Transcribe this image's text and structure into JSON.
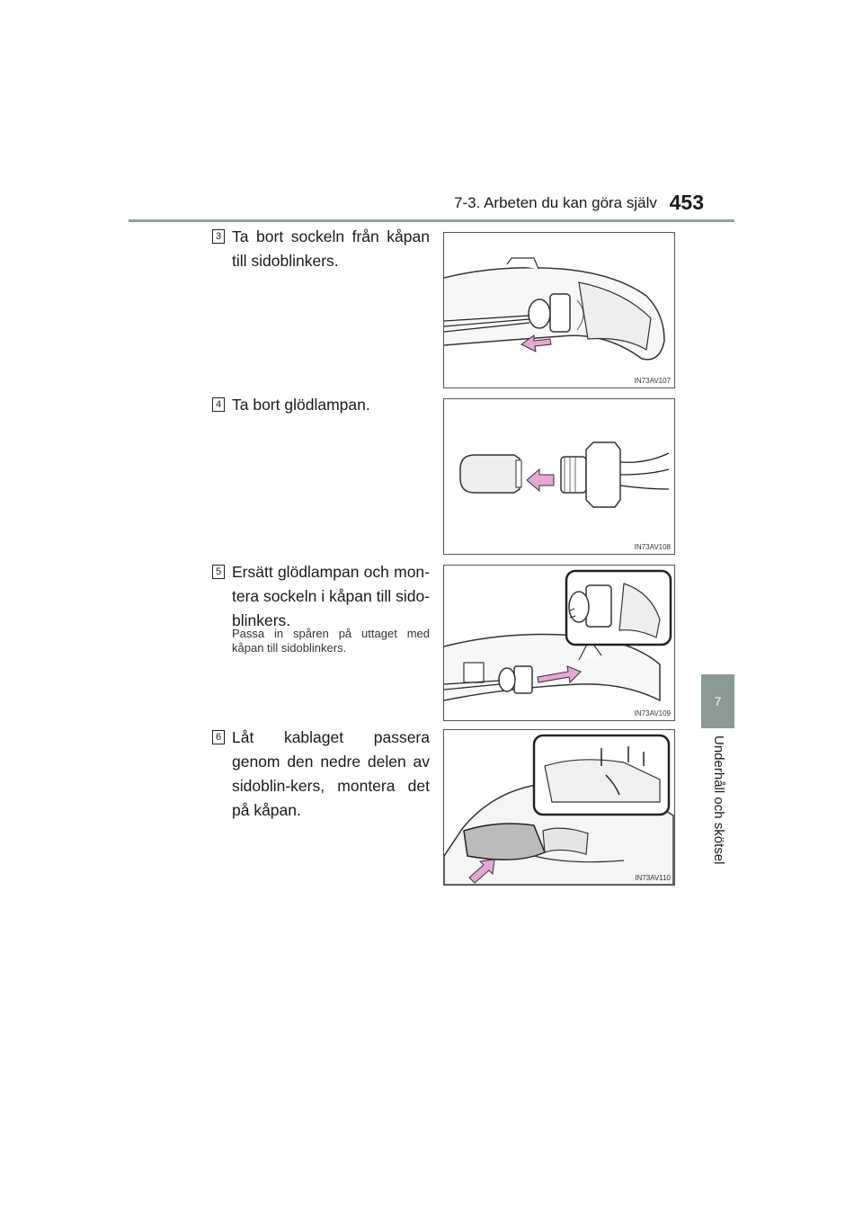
{
  "header": {
    "section_title": "7-3. Arbeten du kan göra själv",
    "page_number": "453"
  },
  "chapter": {
    "number": "7",
    "label": "Underhåll och skötsel"
  },
  "steps": [
    {
      "number": "3",
      "text": "Ta bort sockeln från kåpan till sidoblinkers.",
      "note": "",
      "figure_code": "IN73AV107"
    },
    {
      "number": "4",
      "text": "Ta bort glödlampan.",
      "note": "",
      "figure_code": "IN73AV108"
    },
    {
      "number": "5",
      "text": "Ersätt glödlampan och mon-tera sockeln i kåpan till sido-blinkers.",
      "note": "Passa in spåren på uttaget med kåpan till sidoblinkers.",
      "figure_code": "IN73AV109"
    },
    {
      "number": "6",
      "text": "Låt kablaget passera genom den nedre delen av sidoblin-kers, montera det på kåpan.",
      "note": "",
      "figure_code": "IN73AV110"
    }
  ],
  "colors": {
    "accent": "#8b9a94",
    "arrow": "#e8a6d6"
  }
}
